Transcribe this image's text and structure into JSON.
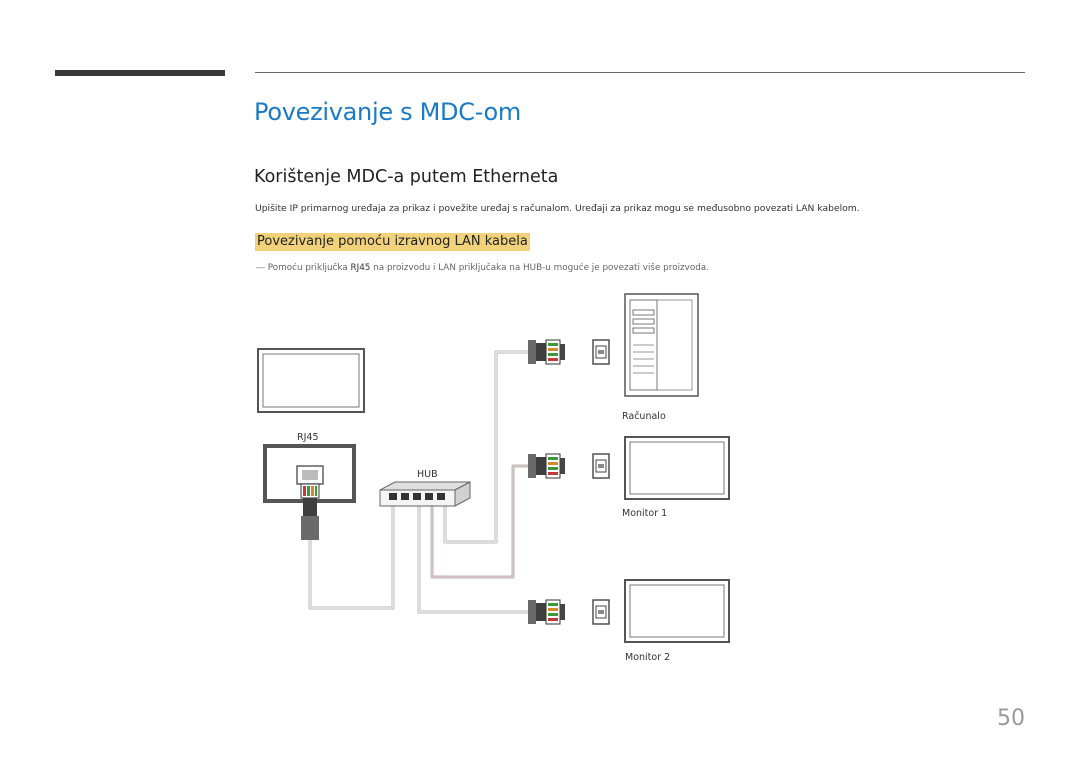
{
  "page": {
    "title": "Povezivanje s MDC-om",
    "subtitle": "Korištenje MDC-a putem Etherneta",
    "body": "Upišite IP primarnog uređaja za prikaz i povežite uređaj s računalom. Uređaji za prikaz mogu se međusobno povezati LAN kabelom.",
    "section_heading": "Povezivanje pomoću izravnog LAN kabela",
    "note": {
      "dash": "―",
      "before": "Pomoću priključka ",
      "emphasis": "RJ45",
      "after": " na proizvodu i LAN priključaka na HUB-u moguće je povezati više proizvoda."
    },
    "page_number": "50"
  },
  "diagram": {
    "labels": {
      "rj45": "RJ45",
      "hub": "HUB",
      "computer": "Računalo",
      "monitor1": "Monitor 1",
      "monitor2": "Monitor 2"
    },
    "colors": {
      "cable": "#b8b8b8",
      "cable_highlight": "#e8c9c9",
      "device_frame": "#555555",
      "screen": "#ffffff",
      "connector_dark": "#444444",
      "pin_green": "#3a9a3a",
      "pin_orange": "#d28a2a",
      "pin_red": "#c43a3a"
    }
  }
}
